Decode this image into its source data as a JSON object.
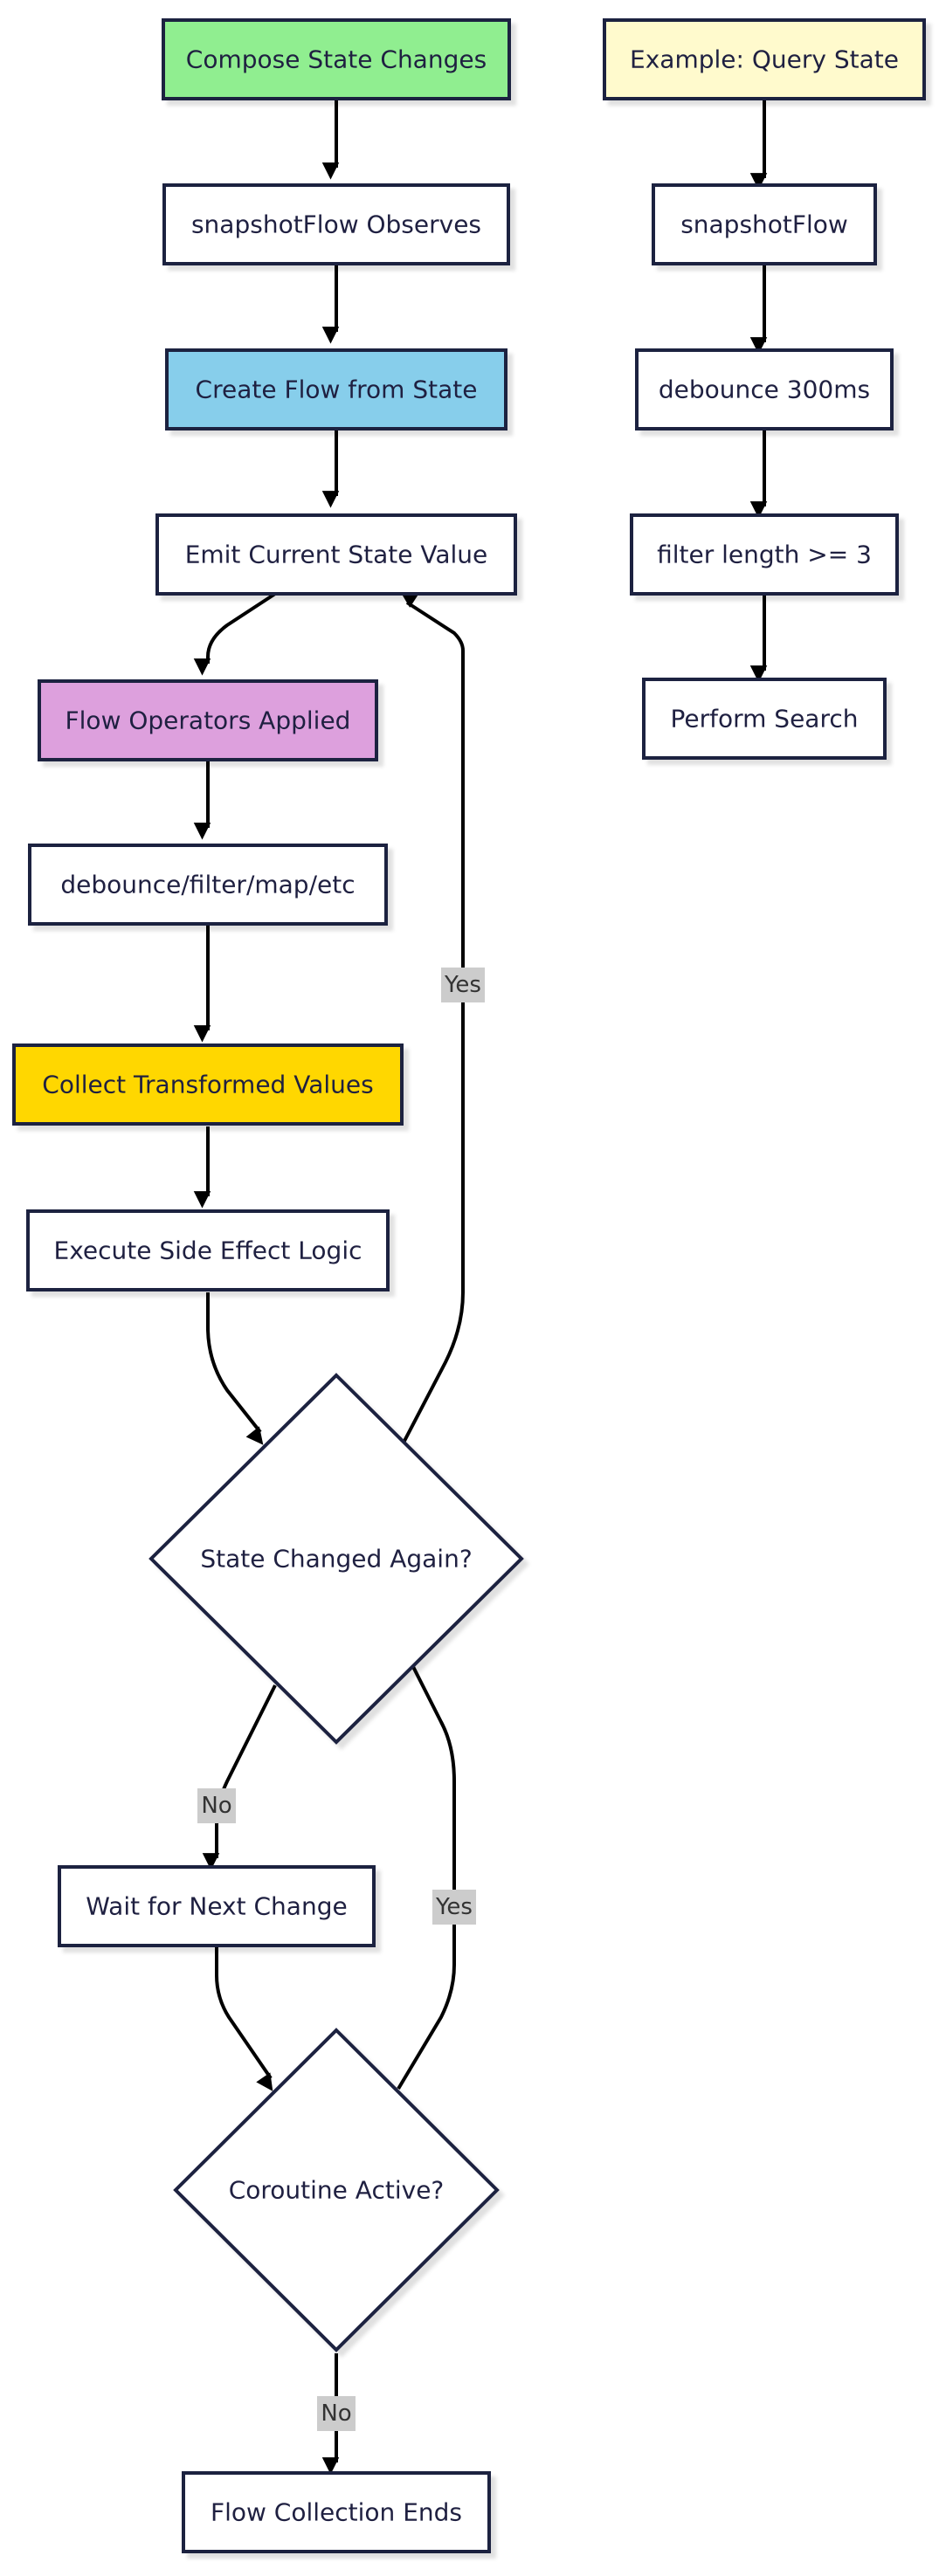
{
  "colors": {
    "green": "#90EE90",
    "blue": "#87CEEB",
    "plum": "#DDA0DD",
    "gold": "#FFD700",
    "lightyellow": "#FFFACD",
    "default": "#FFFFFF",
    "stroke": "#1F2041",
    "edge_label_bg": "#CCCCCC"
  },
  "nodes": {
    "compose": {
      "label": "Compose State Changes",
      "fill": "green"
    },
    "observes": {
      "label": "snapshotFlow Observes",
      "fill": "default"
    },
    "create_flow": {
      "label": "Create Flow from State",
      "fill": "blue"
    },
    "emit": {
      "label": "Emit Current State Value",
      "fill": "default"
    },
    "operators": {
      "label": "Flow Operators Applied",
      "fill": "plum"
    },
    "debounce_filter": {
      "label": "debounce/filter/map/etc",
      "fill": "default"
    },
    "collect": {
      "label": "Collect Transformed Values",
      "fill": "gold"
    },
    "side_effect": {
      "label": "Execute Side Effect Logic",
      "fill": "default"
    },
    "state_changed": {
      "label": "State Changed Again?",
      "shape": "diamond"
    },
    "wait": {
      "label": "Wait for Next Change",
      "fill": "default"
    },
    "coroutine": {
      "label": "Coroutine Active?",
      "shape": "diamond"
    },
    "ends": {
      "label": "Flow Collection Ends",
      "fill": "default"
    },
    "example": {
      "label": "Example: Query State",
      "fill": "lightyellow"
    },
    "snapshot": {
      "label": "snapshotFlow",
      "fill": "default"
    },
    "debounce300": {
      "label": "debounce 300ms",
      "fill": "default"
    },
    "filter_len": {
      "label": "filter length >= 3",
      "fill": "default"
    },
    "search": {
      "label": "Perform Search",
      "fill": "default"
    }
  },
  "edge_labels": {
    "state_yes": "Yes",
    "state_no": "No",
    "coroutine_yes": "Yes",
    "coroutine_no": "No"
  }
}
